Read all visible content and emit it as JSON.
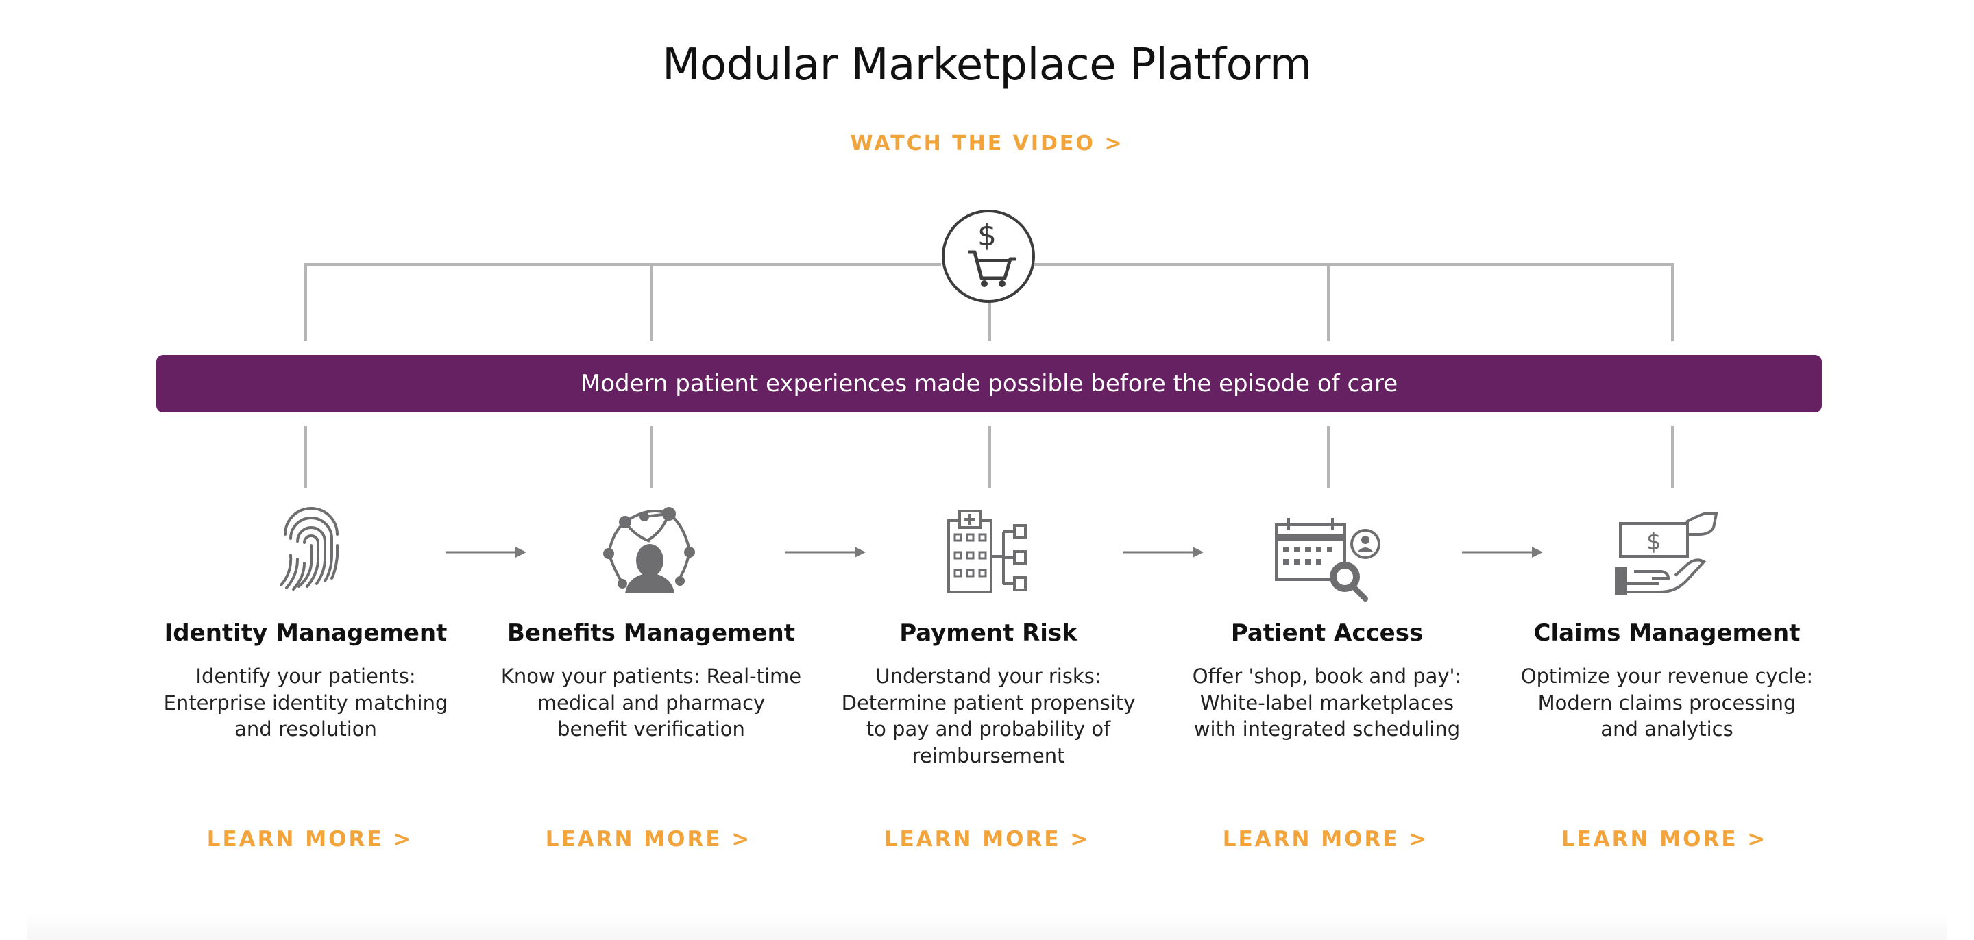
{
  "page": {
    "title": "Modular Marketplace Platform",
    "watch_link": "WATCH THE VIDEO >",
    "banner": "Modern patient experiences made possible before the episode of care"
  },
  "colors": {
    "accent": "#f2a33a",
    "banner": "#662162",
    "line": "#b5b5b5",
    "icon": "#6e6e70"
  },
  "modules": [
    {
      "icon": "fingerprint-icon",
      "title": "Identity Management",
      "description": "Identify your patients:\nEnterprise identity matching\nand resolution",
      "link": "LEARN MORE >"
    },
    {
      "icon": "network-person-icon",
      "title": "Benefits Management",
      "description": "Know your patients: Real-time\nmedical and pharmacy\nbenefit verification",
      "link": "LEARN MORE >"
    },
    {
      "icon": "hospital-tree-icon",
      "title": "Payment Risk",
      "description": "Understand your risks:\nDetermine patient propensity\nto pay and probability of\nreimbursement",
      "link": "LEARN MORE >"
    },
    {
      "icon": "calendar-search-icon",
      "title": "Patient Access",
      "description": "Offer 'shop, book and pay':\nWhite-label marketplaces\nwith integrated scheduling",
      "link": "LEARN MORE >"
    },
    {
      "icon": "hand-dollar-icon",
      "title": "Claims Management",
      "description": "Optimize your revenue cycle:\nModern claims processing\nand analytics",
      "link": "LEARN MORE >"
    }
  ],
  "hub_icon": "cart-dollar-icon"
}
